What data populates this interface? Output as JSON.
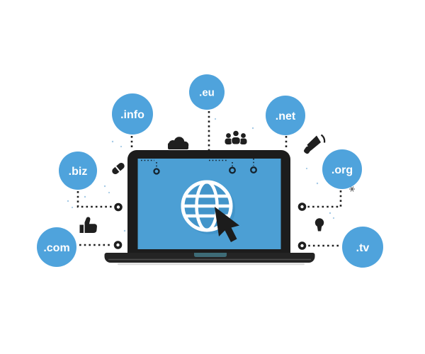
{
  "illustration": {
    "bubbles": [
      {
        "label": ".info"
      },
      {
        "label": ".eu"
      },
      {
        "label": ".net"
      },
      {
        "label": ".biz"
      },
      {
        "label": ".org"
      },
      {
        "label": ".com"
      },
      {
        "label": ".tv"
      }
    ],
    "icons": [
      "globe-icon",
      "cursor-icon",
      "cloud-icon",
      "people-group-icon",
      "pencil-icon",
      "thumbs-up-icon",
      "megaphone-icon",
      "lightbulb-icon",
      "hook-ornament-icon"
    ],
    "colors": {
      "bubble_blue": "#4FA3DC",
      "screen_blue": "#4C9FD4",
      "ink": "#1F1F1F",
      "label_white": "#FFFFFF",
      "hinge_teal": "#3E6B76"
    }
  }
}
